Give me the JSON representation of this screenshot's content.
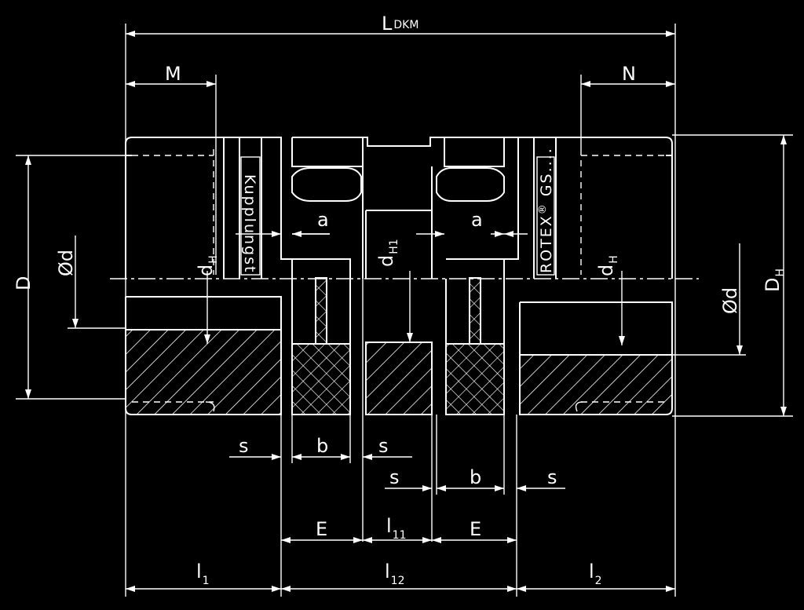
{
  "drawing": {
    "labels": {
      "l_dkm": "L",
      "l_dkm_sub": "DKM",
      "m": "M",
      "n": "N",
      "d_big": "D",
      "phi_d_left": "Ød",
      "phi_d_right": "Ød",
      "dh_left": "d",
      "dh_left_sub": "H",
      "dh_right": "d",
      "dh_right_sub": "H",
      "dh1": "d",
      "dh1_sub": "H1",
      "d_h": "D",
      "d_h_sub": "H",
      "a_left": "a",
      "a_right": "a",
      "s1": "s",
      "b1": "b",
      "s2": "s",
      "s3": "s",
      "b2": "b",
      "s4": "s",
      "e_left": "E",
      "l11": "l",
      "l11_sub": "11",
      "e_right": "E",
      "l1": "l",
      "l1_sub": "1",
      "l12": "l",
      "l12_sub": "12",
      "l2": "l",
      "l2_sub": "2"
    },
    "engraving": {
      "left": "Kupplungst",
      "right_brand": "ROTEX",
      "right_mark": "®",
      "right_suffix": " GS...."
    }
  }
}
